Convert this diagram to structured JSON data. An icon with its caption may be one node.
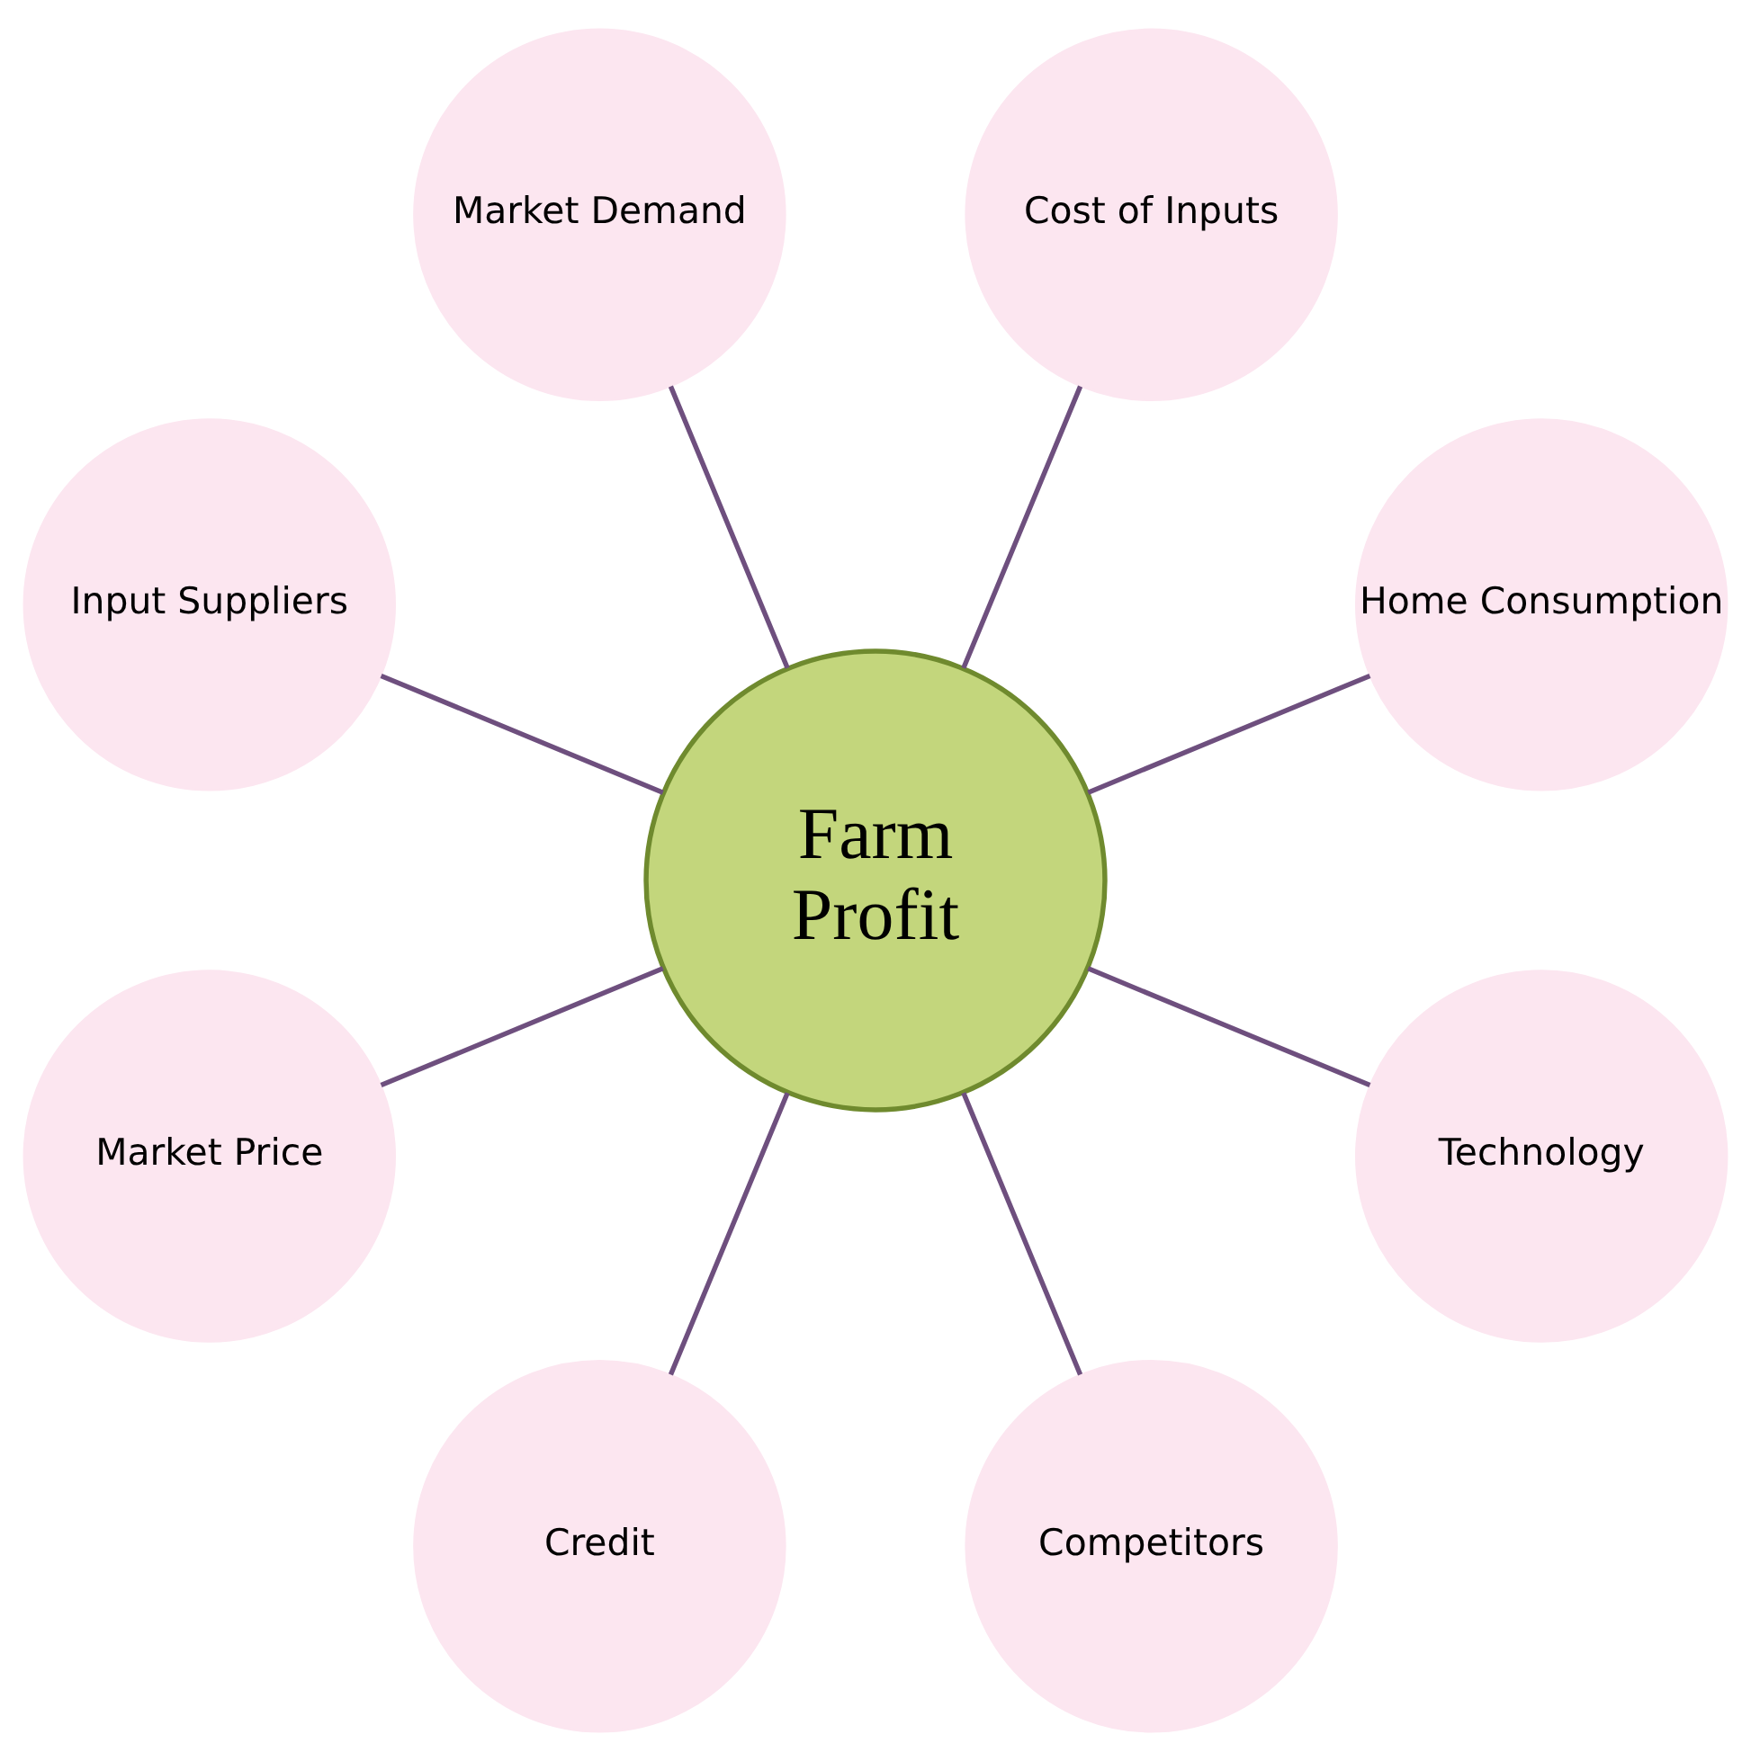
{
  "diagram": {
    "nodes": [
      {
        "text": [
          "Farm Profit"
        ]
      },
      {
        "text": [
          "Home Consumption"
        ]
      },
      {
        "text": [
          "Cost of Inputs"
        ]
      },
      {
        "text": [
          "Market Demand"
        ]
      },
      {
        "text": [
          "Input Suppliers"
        ]
      },
      {
        "text": [
          "Market Price"
        ]
      },
      {
        "text": [
          "Credit"
        ]
      },
      {
        "text": [
          "Competitors"
        ]
      },
      {
        "text": [
          "Technology"
        ]
      }
    ],
    "edges": [
      {
        "from": 0,
        "to": 1,
        "arrow": "none"
      },
      {
        "from": 0,
        "to": 3,
        "arrow": "none"
      },
      {
        "from": 0,
        "to": 5,
        "arrow": "none"
      },
      {
        "from": 0,
        "to": 7,
        "arrow": "none"
      },
      {
        "from": 0,
        "to": 8,
        "arrow": "none"
      },
      {
        "from": 0,
        "to": 6,
        "arrow": "none"
      },
      {
        "from": 0,
        "to": 4,
        "arrow": "none"
      },
      {
        "from": 0,
        "to": 2,
        "arrow": "none"
      }
    ]
  }
}
